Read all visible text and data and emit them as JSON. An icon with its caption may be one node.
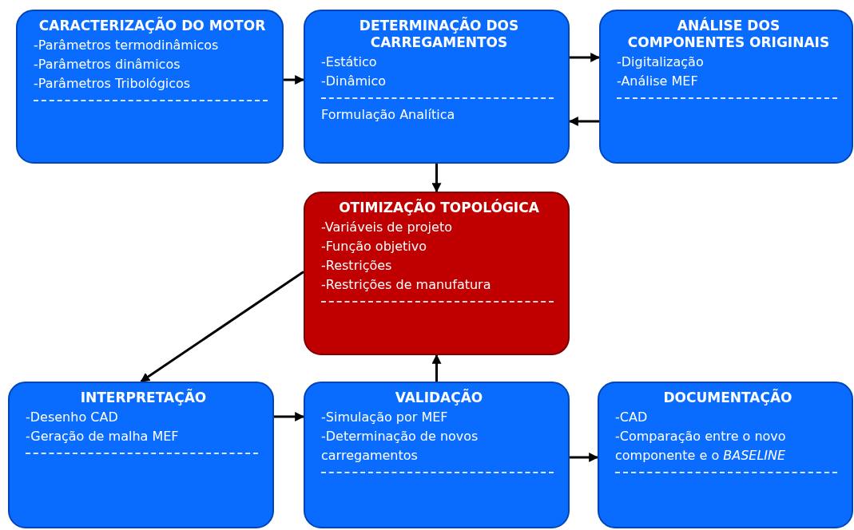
{
  "diagram": {
    "nodes": [
      {
        "text": [
          "CARACTERIZAÇÃO DO MOTOR",
          "-Parâmetros termodinâmicos",
          "-Parâmetros dinâmicos",
          "-Parâmetros Tribológicos"
        ]
      },
      {
        "text": [
          "DETERMINAÇÃO DOS CARREGAMENTOS",
          "-Estático",
          "-Dinâmico",
          "Formulação Analítica"
        ]
      },
      {
        "text": [
          "ANÁLISE DOS COMPONENTES ORIGINAIS",
          "-Digitalização",
          "-Análise MEF"
        ]
      },
      {
        "text": [
          "OTIMIZAÇÃO TOPOLÓGICA",
          "-Variáveis de projeto",
          "-Função objetivo",
          "-Restrições",
          "-Restrições  de manufatura"
        ]
      },
      {
        "text": [
          "INTERPRETAÇÃO",
          "-Desenho CAD",
          "-Geração de malha MEF"
        ]
      },
      {
        "text": [
          "VALIDAÇÃO",
          "-Simulação por MEF",
          "-Determinação de novos carregamentos"
        ]
      },
      {
        "text": [
          "DOCUMENTAÇÃO",
          "-CAD",
          "-Comparação entre o novo componente e o *BASELINE*"
        ]
      }
    ],
    "edges": [
      {
        "from": 0,
        "to": 1,
        "arrow": "to"
      },
      {
        "from": 1,
        "to": 2,
        "arrow": "to"
      },
      {
        "from": 2,
        "to": 1,
        "arrow": "to"
      },
      {
        "from": 1,
        "to": 3,
        "arrow": "to"
      },
      {
        "from": 3,
        "to": 4,
        "arrow": "to"
      },
      {
        "from": 4,
        "to": 5,
        "arrow": "to"
      },
      {
        "from": 5,
        "to": 3,
        "arrow": "to"
      },
      {
        "from": 5,
        "to": 6,
        "arrow": "to"
      }
    ]
  }
}
